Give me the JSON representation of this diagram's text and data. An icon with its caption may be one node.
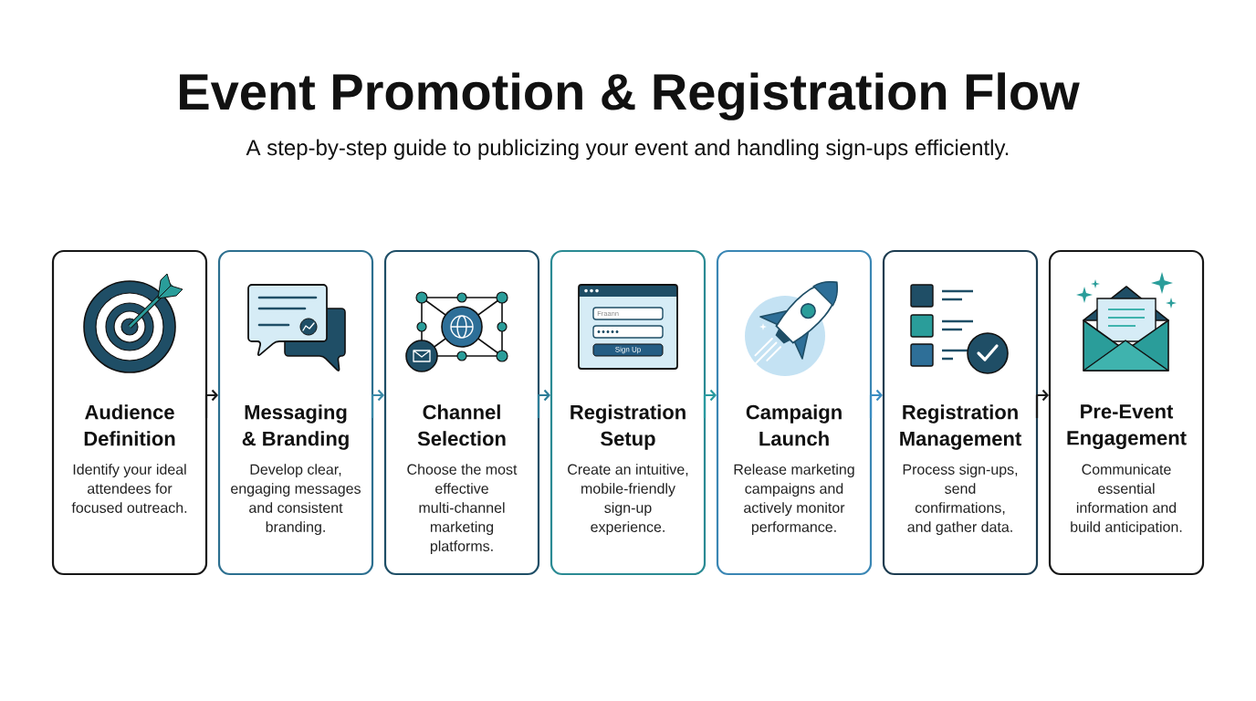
{
  "diagram": {
    "title": "Event Promotion & Registration Flow",
    "nodes": [
      {
        "text": [
          "Audience Definition",
          "Identify your ideal attendees for focused outreach."
        ]
      },
      {
        "text": [
          "Messaging & Branding",
          "Develop clear, engaging messages and consistent branding."
        ]
      },
      {
        "text": [
          "Channel Selection",
          "Choose the most effective multi-channel marketing platforms."
        ]
      },
      {
        "text": [
          "Registration Setup",
          "Create an intuitive, mobile-friendly sign-up experience."
        ]
      },
      {
        "text": [
          "Campaign Launch",
          "Release marketing campaigns and actively monitor performance."
        ]
      },
      {
        "text": [
          "Registration Management",
          "Process sign-ups, send confirmations, and gather data."
        ]
      },
      {
        "text": [
          "Pre-Event Engagement",
          "Communicate essential information and build anticipation."
        ]
      }
    ],
    "edges": [
      {
        "from": 0,
        "to": 1,
        "arrow": "to",
        "color": "#1a1a1a"
      },
      {
        "from": 1,
        "to": 2,
        "arrow": "to",
        "color": "#3a8aa8"
      },
      {
        "from": 2,
        "to": 3,
        "arrow": "to",
        "color": "#2d7d98"
      },
      {
        "from": 3,
        "to": 4,
        "arrow": "to",
        "color": "#2a9aa0"
      },
      {
        "from": 4,
        "to": 5,
        "arrow": "to",
        "color": "#3b8dc2"
      },
      {
        "from": 5,
        "to": 6,
        "arrow": "to",
        "color": "#1c1c1c"
      }
    ],
    "labels": [
      "A step-by-step guide to publicizing your event and handling sign-ups efficiently.",
      "Fraann",
      "Sign Up"
    ]
  }
}
